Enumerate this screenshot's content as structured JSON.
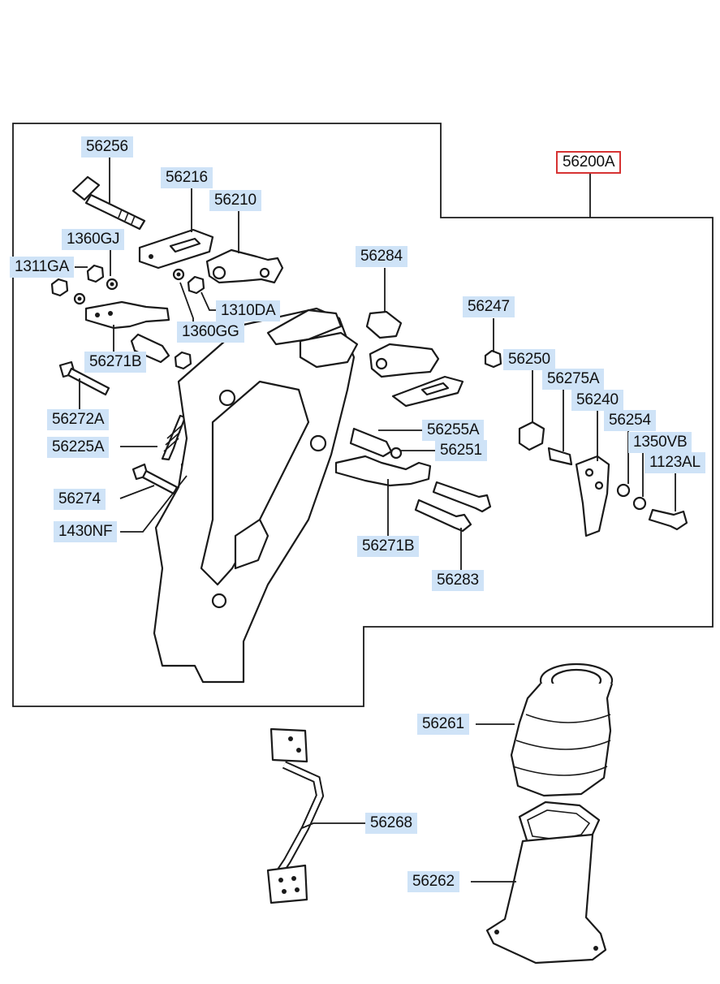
{
  "diagram": {
    "main_assembly_label": "56200A",
    "callouts": [
      {
        "id": "56256",
        "text": "56256"
      },
      {
        "id": "56216",
        "text": "56216"
      },
      {
        "id": "56210",
        "text": "56210"
      },
      {
        "id": "1360GJ",
        "text": "1360GJ"
      },
      {
        "id": "1311GA",
        "text": "1311GA"
      },
      {
        "id": "1310DA",
        "text": "1310DA"
      },
      {
        "id": "1360GG",
        "text": "1360GG"
      },
      {
        "id": "56271B-top",
        "text": "56271B"
      },
      {
        "id": "56272A",
        "text": "56272A"
      },
      {
        "id": "56225A",
        "text": "56225A"
      },
      {
        "id": "56274",
        "text": "56274"
      },
      {
        "id": "1430NF",
        "text": "1430NF"
      },
      {
        "id": "56284",
        "text": "56284"
      },
      {
        "id": "56247",
        "text": "56247"
      },
      {
        "id": "56250",
        "text": "56250"
      },
      {
        "id": "56275A",
        "text": "56275A"
      },
      {
        "id": "56240",
        "text": "56240"
      },
      {
        "id": "56254",
        "text": "56254"
      },
      {
        "id": "1350VB",
        "text": "1350VB"
      },
      {
        "id": "1123AL",
        "text": "1123AL"
      },
      {
        "id": "56255A",
        "text": "56255A"
      },
      {
        "id": "56251",
        "text": "56251"
      },
      {
        "id": "56271B-mid",
        "text": "56271B"
      },
      {
        "id": "56283",
        "text": "56283"
      },
      {
        "id": "56261",
        "text": "56261"
      },
      {
        "id": "56268",
        "text": "56268"
      },
      {
        "id": "56262",
        "text": "56262"
      }
    ]
  }
}
